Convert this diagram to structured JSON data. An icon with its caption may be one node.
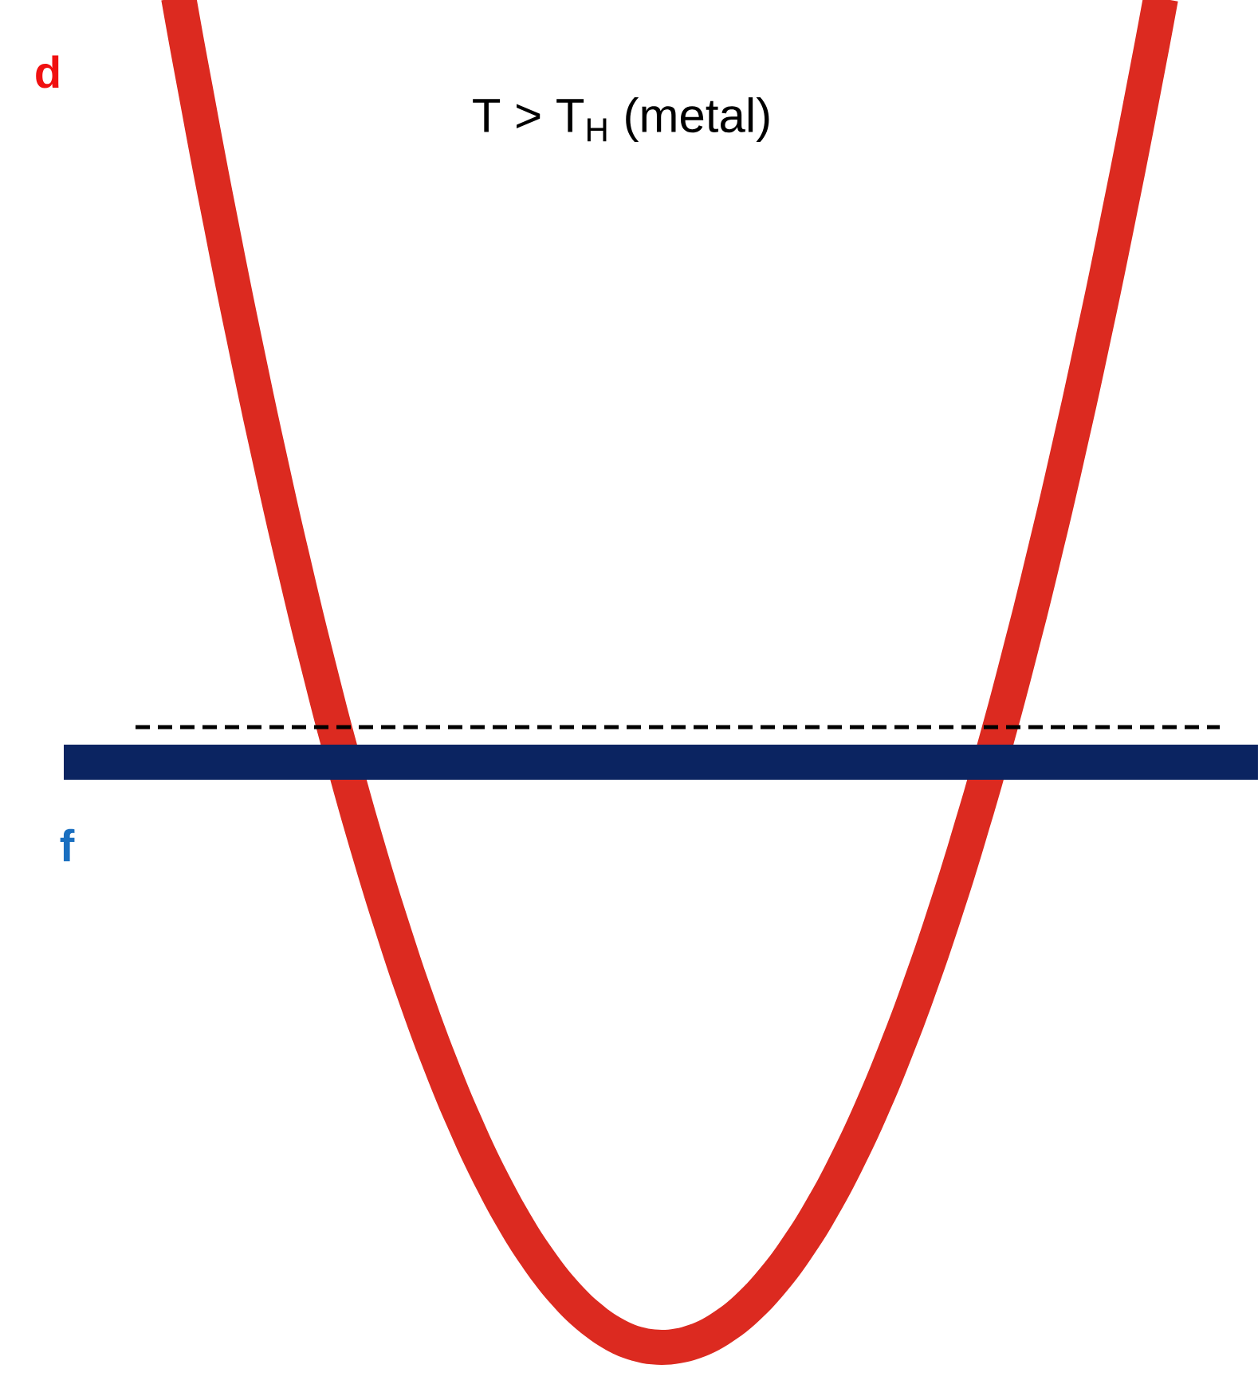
{
  "diagram": {
    "title": "T > T$_{H}$ (metal)",
    "labels": [
      "d",
      "f"
    ]
  }
}
